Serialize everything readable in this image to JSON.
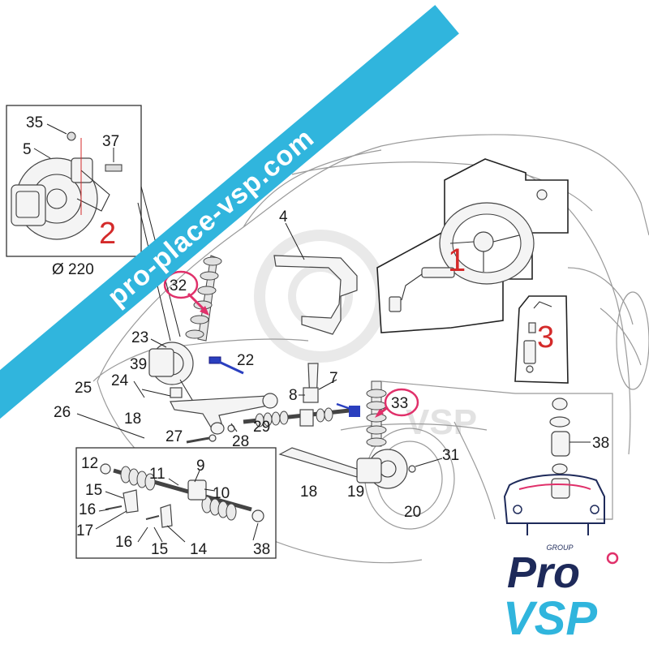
{
  "watermark": {
    "site": "pro-place-vsp.com",
    "faint": "VSP"
  },
  "part_labels": {
    "p4": "4",
    "p5": "5",
    "p7": "7",
    "p8": "8",
    "p9": "9",
    "p10": "10",
    "p11": "11",
    "p12": "12",
    "p14": "14",
    "p15a": "15",
    "p15b": "15",
    "p16a": "16",
    "p16b": "16",
    "p17": "17",
    "p18a": "18",
    "p18b": "18",
    "p19": "19",
    "p20": "20",
    "p22": "22",
    "p23": "23",
    "p24": "24",
    "p25": "25",
    "p26": "26",
    "p27": "27",
    "p28": "28",
    "p29": "29",
    "p31": "31",
    "p32": "32",
    "p33": "33",
    "p35": "35",
    "p37": "37",
    "p38a": "38",
    "p38b": "38",
    "p39": "39"
  },
  "section_labels": {
    "s1": "1",
    "s2": "2",
    "s3": "3"
  },
  "brake_disc_diameter": "Ø 220",
  "logo": {
    "group": "GROUP",
    "pro": "Pro",
    "vsp": "VSP"
  },
  "colors": {
    "banner": "#30b5dd",
    "highlight_red": "#d42a2a",
    "logo_navy": "#1e2a5a",
    "logo_blue": "#30b5dd",
    "accent_pink": "#e0306a",
    "part_blue": "#2a3fbf"
  }
}
